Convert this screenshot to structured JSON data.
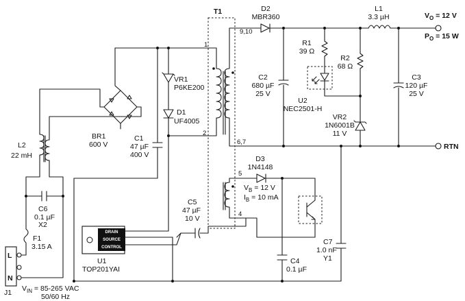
{
  "components": {
    "d2": {
      "ref": "D2",
      "value": "MBR360"
    },
    "t1": {
      "ref": "T1",
      "pin1": "1",
      "pin2": "2",
      "pin4": "4",
      "pin5": "5",
      "pin67": "6,7",
      "pin910": "9,10"
    },
    "l1": {
      "ref": "L1",
      "value": "3.3 µH"
    },
    "vr1": {
      "ref": "VR1",
      "value": "P6KE200"
    },
    "d1": {
      "ref": "D1",
      "value": "UF4005"
    },
    "r1": {
      "ref": "R1",
      "value": "39 Ω"
    },
    "r2": {
      "ref": "R2",
      "value": "68 Ω"
    },
    "c2": {
      "ref": "C2",
      "value": "680 µF",
      "rating": "25 V"
    },
    "c3": {
      "ref": "C3",
      "value": "120 µF",
      "rating": "25 V"
    },
    "u2": {
      "ref": "U2",
      "value": "NEC2501-H"
    },
    "vr2": {
      "ref": "VR2",
      "value": "1N6001B",
      "rating": "11 V"
    },
    "br1": {
      "ref": "BR1",
      "value": "600 V"
    },
    "c1": {
      "ref": "C1",
      "value": "47 µF",
      "rating": "400 V"
    },
    "l2": {
      "ref": "L2",
      "value": "22 mH"
    },
    "c6": {
      "ref": "C6",
      "value": "0.1 µF",
      "rating": "X2"
    },
    "f1": {
      "ref": "F1",
      "value": "3.15 A"
    },
    "d3": {
      "ref": "D3",
      "value": "1N4148"
    },
    "c5": {
      "ref": "C5",
      "value": "47 µF",
      "rating": "10 V"
    },
    "c4": {
      "ref": "C4",
      "value": "0.1 µF"
    },
    "c7": {
      "ref": "C7",
      "value": "1.0 nF",
      "rating": "Y1"
    },
    "u1": {
      "ref": "U1",
      "value": "TOP201YAI",
      "pin_drain": "DRAIN",
      "pin_source": "SOURCE",
      "pin_control": "CONTROL"
    },
    "j1": {
      "ref": "J1",
      "pin_l": "L",
      "pin_n": "N"
    }
  },
  "output": {
    "vo_label": "V",
    "vo_sub": "O",
    "vo_value": " = 12 V",
    "po_label": "P",
    "po_sub": "O",
    "po_value": " = 15 W",
    "rtn": "RTN"
  },
  "bias": {
    "vb_label": "V",
    "vb_sub": "B",
    "vb_value": " = 12 V",
    "ib_label": "I",
    "ib_sub": "B",
    "ib_value": " = 10 mA"
  },
  "input": {
    "vin_label": "V",
    "vin_sub": "IN",
    "vin_value": " = 85-265 VAC",
    "freq": "50/60 Hz"
  }
}
